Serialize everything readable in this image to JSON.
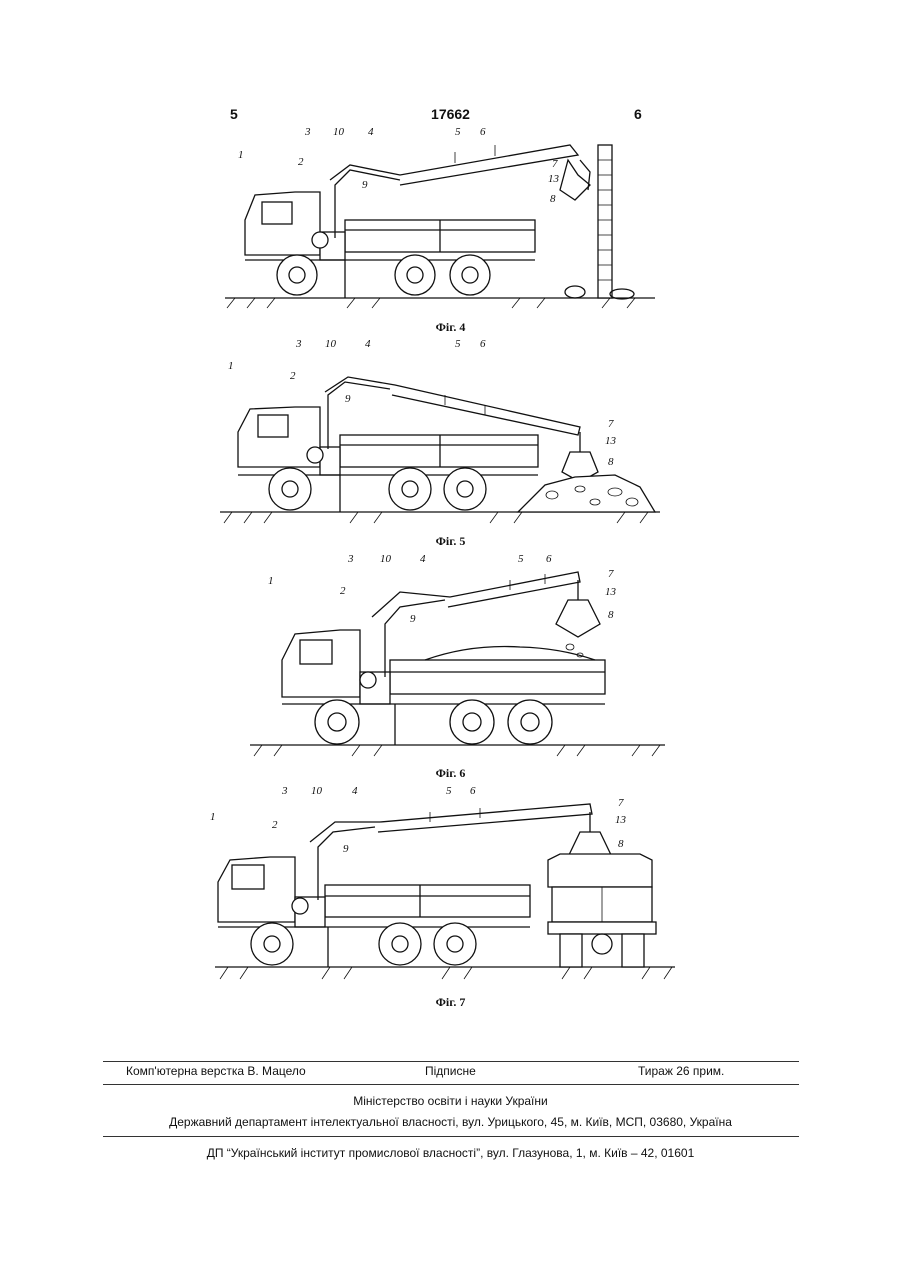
{
  "header": {
    "page_left": "5",
    "patent_number": "17662",
    "page_right": "6"
  },
  "figures": [
    {
      "caption": "Фіг. 4",
      "labels": [
        "1",
        "2",
        "3",
        "10",
        "4",
        "5",
        "6",
        "7",
        "13",
        "8",
        "9"
      ]
    },
    {
      "caption": "Фіг. 5",
      "labels": [
        "1",
        "2",
        "3",
        "10",
        "4",
        "5",
        "6",
        "7",
        "13",
        "8",
        "9"
      ]
    },
    {
      "caption": "Фіг. 6",
      "labels": [
        "1",
        "2",
        "3",
        "10",
        "4",
        "5",
        "6",
        "7",
        "13",
        "8",
        "9"
      ]
    },
    {
      "caption": "Фіг. 7",
      "labels": [
        "1",
        "2",
        "3",
        "10",
        "4",
        "5",
        "6",
        "7",
        "13",
        "8",
        "9"
      ]
    }
  ],
  "footer": {
    "layout": "Комп'ютерна верстка В. Мацело",
    "signed": "Підписне",
    "circulation": "Тираж 26 прим.",
    "ministry": "Міністерство освіти і науки України",
    "department": "Державний департамент інтелектуальної власності, вул. Урицького, 45, м. Київ, МСП, 03680, Україна",
    "institute": "ДП “Український інститут промислової власності”, вул. Глазунова, 1, м. Київ – 42, 01601"
  }
}
